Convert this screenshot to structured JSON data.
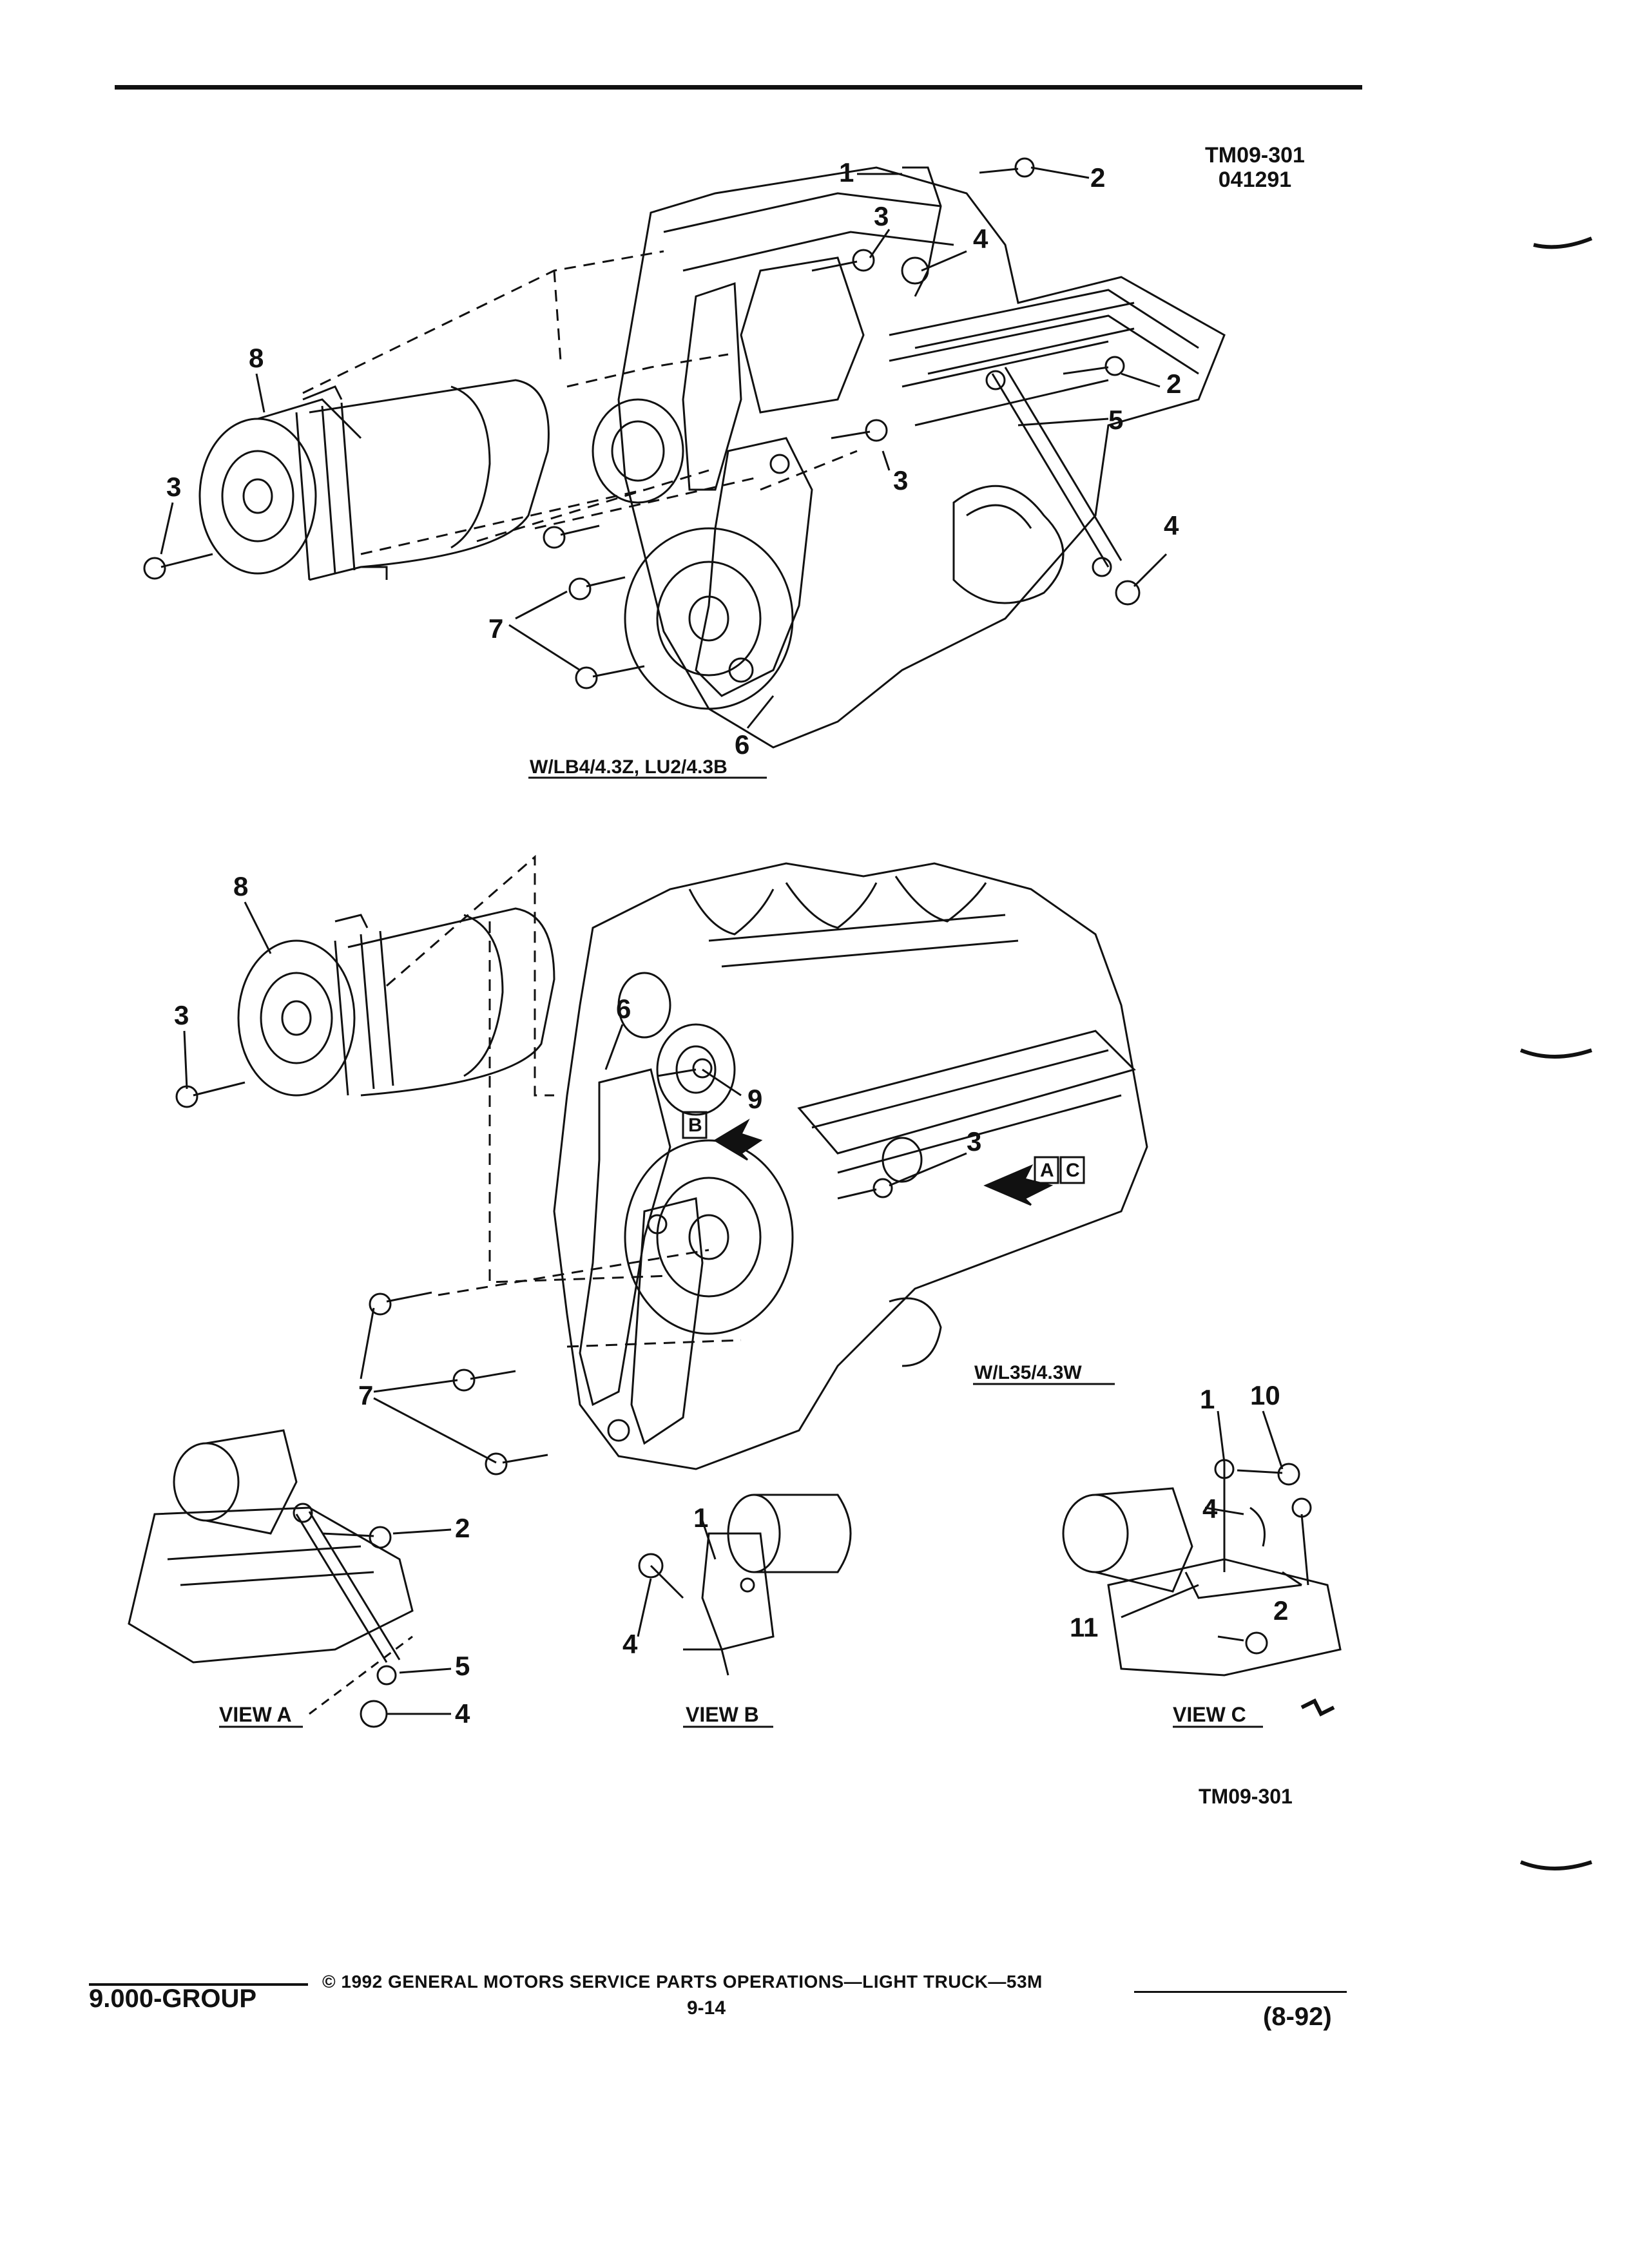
{
  "header": {
    "figure_id": "TM09-301",
    "figure_date": "041291"
  },
  "top_view": {
    "caption": "W/LB4/4.3Z, LU2/4.3B",
    "callouts": [
      "1",
      "2",
      "3",
      "4",
      "2",
      "5",
      "3",
      "4",
      "8",
      "3",
      "7",
      "7",
      "6"
    ]
  },
  "mid_view": {
    "caption": "W/L35/4.3W",
    "callouts": [
      "8",
      "3",
      "6",
      "9",
      "3",
      "7"
    ],
    "arrow_tags": [
      "B",
      "A",
      "C"
    ]
  },
  "view_a": {
    "caption": "VIEW A",
    "callouts": [
      "2",
      "5",
      "4"
    ]
  },
  "view_b": {
    "caption": "VIEW B",
    "callouts": [
      "1",
      "4"
    ]
  },
  "view_c": {
    "caption": "VIEW C",
    "callouts": [
      "1",
      "10",
      "4",
      "2",
      "11"
    ]
  },
  "figure_id_bottom": "TM09-301",
  "footer": {
    "group": "9.000-GROUP",
    "copyright": "© 1992 GENERAL MOTORS SERVICE PARTS OPERATIONS—LIGHT TRUCK—53M",
    "page": "9-14",
    "revision": "(8-92)"
  }
}
